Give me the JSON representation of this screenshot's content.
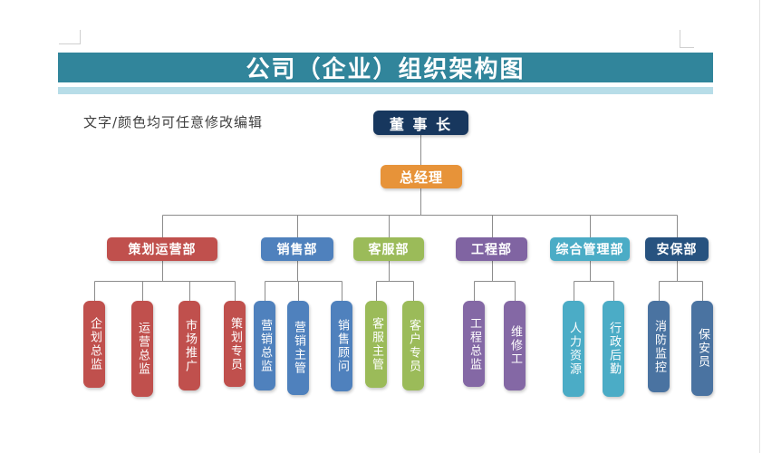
{
  "header": {
    "title": "公司（企业）组织架构图",
    "note": "文字/颜色均可任意修改编辑",
    "banner_color": "#31859B",
    "stripe_color": "#B7DDE8"
  },
  "org": {
    "chairman": {
      "label": "董 事 长",
      "color": "#17375E"
    },
    "general_manager": {
      "label": "总经理",
      "color": "#E79339"
    },
    "departments": [
      {
        "label": "策划运营部",
        "color": "#C0504D",
        "child_color": "#C0504D",
        "children": [
          {
            "label": "企划总监"
          },
          {
            "label": "运营总监"
          },
          {
            "label": "市场推广"
          },
          {
            "label": "策划专员"
          }
        ]
      },
      {
        "label": "销售部",
        "color": "#4F81BD",
        "child_color": "#4F81BD",
        "children": [
          {
            "label": "营销总监"
          },
          {
            "label": "营销主管"
          },
          {
            "label": "销售顾问"
          }
        ]
      },
      {
        "label": "客服部",
        "color": "#9BBB59",
        "child_color": "#9BBB59",
        "children": [
          {
            "label": "客服主管"
          },
          {
            "label": "客户专员"
          }
        ]
      },
      {
        "label": "工程部",
        "color": "#8064A2",
        "child_color": "#8468A5",
        "children": [
          {
            "label": "工程总监"
          },
          {
            "label": "维修工"
          }
        ]
      },
      {
        "label": "综合管理部",
        "color": "#4BACC6",
        "child_color": "#4BACC6",
        "children": [
          {
            "label": "人力资源"
          },
          {
            "label": "行政后勤"
          }
        ]
      },
      {
        "label": "安保部",
        "color": "#27527F",
        "child_color": "#4A73A1",
        "children": [
          {
            "label": "消防监控"
          },
          {
            "label": "保安员"
          }
        ]
      }
    ]
  }
}
